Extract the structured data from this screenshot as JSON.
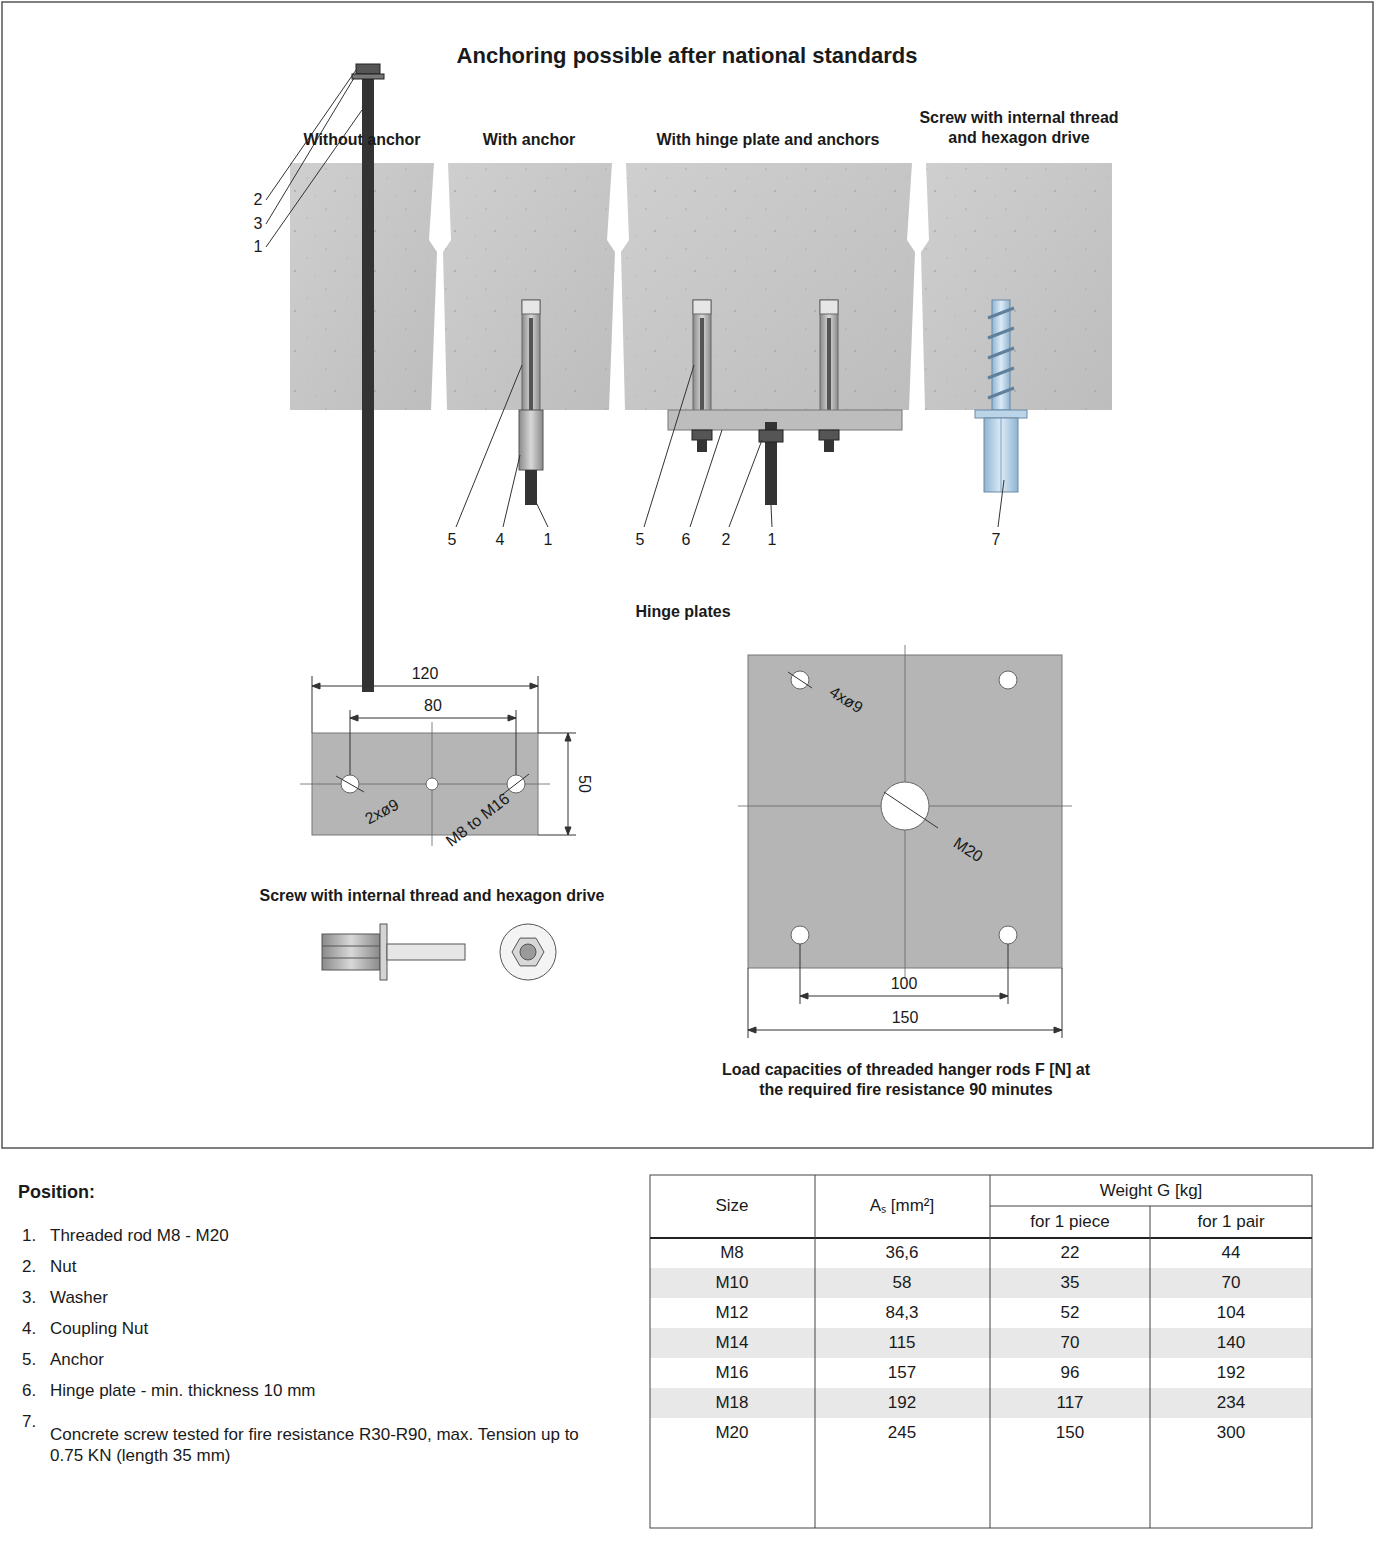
{
  "diagram": {
    "title": "Anchoring possible after national standards",
    "labels": [
      "Without anchor",
      "With anchor",
      "With hinge plate and anchors",
      "Screw with internal thread and hexagon drive",
      "2",
      "3",
      "1",
      "5",
      "4",
      "1",
      "5",
      "6",
      "2",
      "1",
      "7",
      "Hinge plates",
      "120",
      "80",
      "50",
      "2xø9",
      "M8 to M16",
      "Screw with internal thread and hexagon drive",
      "4xø9",
      "M20",
      "100",
      "150",
      "Load capacities of threaded hanger rods F [N] at the required fire resistance 90 minutes",
      "Position:",
      "1.",
      "Threaded rod M8 - M20",
      "2.",
      "Nut",
      "3.",
      "Washer",
      "4.",
      "Coupling Nut",
      "5.",
      "Anchor",
      "6.",
      "Hinge plate - min. thickness 10 mm",
      "7.",
      "Concrete screw tested for fire resistance R30-R90, max. Tension up to 0.75 KN (length 35 mm)",
      "Size",
      "Aₛ [mm²]",
      "Weight G [kg]",
      "for 1 piece",
      "for 1 pair",
      "M8",
      "36,6",
      "22",
      "44",
      "M10",
      "58",
      "35",
      "70",
      "M12",
      "84,3",
      "52",
      "104",
      "M14",
      "115",
      "70",
      "140",
      "M16",
      "157",
      "96",
      "192",
      "M18",
      "192",
      "117",
      "234",
      "M20",
      "245",
      "150",
      "300"
    ]
  }
}
